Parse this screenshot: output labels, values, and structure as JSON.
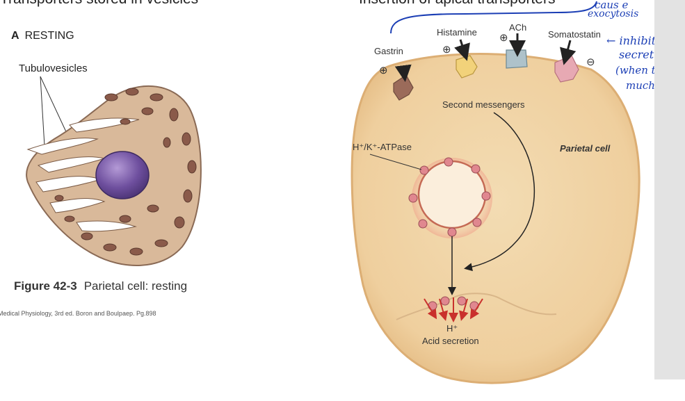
{
  "headings": {
    "left": "Transporters stored in vesicles",
    "right": "Insertion of apical transporters"
  },
  "left_panel": {
    "panel_letter": "A",
    "panel_title": "RESTING",
    "tubulovesicles_label": "Tubulovesicles",
    "figure_number": "Figure 42-3",
    "figure_caption": "Parietal cell: resting",
    "source": "Medical Physiology, 3rd ed. Boron and Boulpaep. Pg.898"
  },
  "right_panel": {
    "receptors": [
      {
        "name": "Gastrin",
        "sign": "⊕",
        "color": "#9b6b5a"
      },
      {
        "name": "Histamine",
        "sign": "⊕",
        "color": "#f2d27a"
      },
      {
        "name": "ACh",
        "sign": "⊕",
        "color": "#aec2ca"
      },
      {
        "name": "Somatostatin",
        "sign": "⊖",
        "color": "#e7a9b3"
      }
    ],
    "second_messengers": "Second messengers",
    "pump_label": "H⁺/K⁺-ATPase",
    "cell_label": "Parietal cell",
    "hplus": "H⁺",
    "acid_secretion": "Acid secretion"
  },
  "annotations": {
    "causes_line1": "caus e",
    "causes_line2": "exocytosis",
    "inhibits_1": "← inhibits",
    "inhibits_2": "secretion",
    "inhibits_3": "(when too",
    "inhibits_4": "much)"
  },
  "colors": {
    "cell_fill": "#f2d6a9",
    "cell_outline": "#e0b57f",
    "nucleus": "#6e4f9e",
    "mitochondria": "#8a5a4a",
    "pump_ball": "#e0878f",
    "ink": "#1c3fb5",
    "sidebar": "#e3e3e3"
  }
}
